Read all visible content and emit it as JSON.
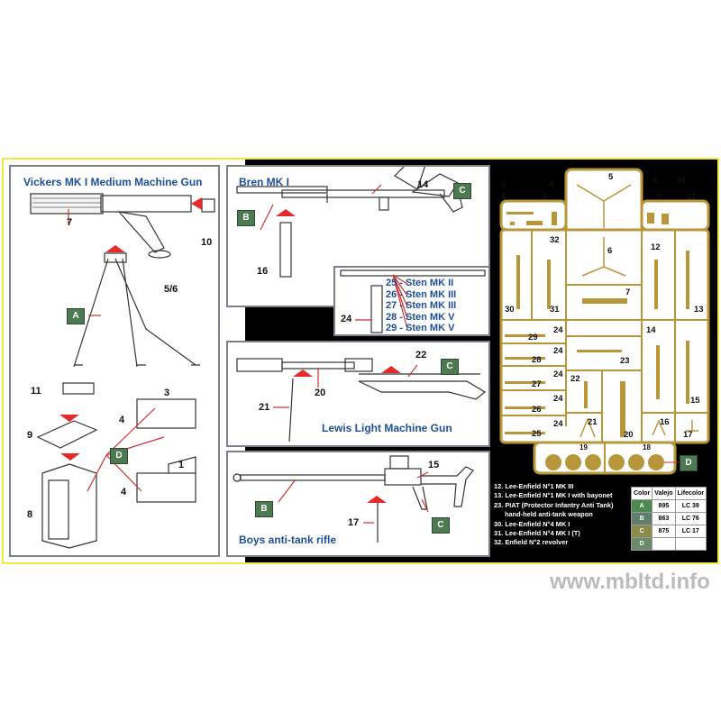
{
  "colors": {
    "frame": "#f2ea3a",
    "title": "#1f4f97",
    "badge": "#4e7a51",
    "sprue": "#b8963a",
    "arrow": "#e32b2b"
  },
  "vickers": {
    "title": "Vickers MK I Medium Machine Gun",
    "parts": [
      "7",
      "10",
      "5/6",
      "11",
      "3",
      "4",
      "9",
      "8",
      "4",
      "1"
    ],
    "badges": [
      "A",
      "D"
    ]
  },
  "bren": {
    "title": "Bren MK I",
    "parts": [
      "14",
      "16"
    ],
    "badges": [
      "B",
      "C"
    ]
  },
  "sten": {
    "part": "24",
    "variants": [
      "25 - Sten MK II",
      "26 - Sten MK III",
      "27 - Sten MK III",
      "28 - Sten MK V",
      "29 - Sten MK V"
    ]
  },
  "lewis": {
    "title": "Lewis Light Machine Gun",
    "parts": [
      "20",
      "21",
      "22"
    ],
    "badges": [
      "C"
    ]
  },
  "boys": {
    "title": "Boys anti-tank rifle",
    "parts": [
      "15",
      "17"
    ],
    "badges": [
      "B",
      "C"
    ]
  },
  "sprue": {
    "labels": [
      "2",
      "4",
      "1",
      "3",
      "5",
      "8",
      "10",
      "9",
      "11",
      "32",
      "6",
      "12",
      "30",
      "31",
      "7",
      "13",
      "29",
      "24",
      "14",
      "28",
      "24",
      "23",
      "27",
      "24",
      "22",
      "15",
      "26",
      "24",
      "25",
      "24",
      "21",
      "20",
      "16",
      "17",
      "19",
      "18"
    ],
    "badge": "D"
  },
  "legend": {
    "items": [
      "12. Lee-Enfield N°1 MK III",
      "13. Lee-Enfield N°1 MK I with bayonet",
      "23. PIAT (Protector Infantry Anti Tank)",
      "hand-held anti-tank weapon",
      "30. Lee-Enfield N°4 MK I",
      "31. Lee-Enfield N°4 MK I (T)",
      "32. Enfield N°2 revolver"
    ]
  },
  "color_table": {
    "headers": [
      "Color",
      "Valejo",
      "Lifecolor"
    ],
    "rows": [
      {
        "color": "A",
        "swatch": "#4e8a4f",
        "valejo": "895",
        "lifecolor": "LC 39"
      },
      {
        "color": "B",
        "swatch": "#5f7f6a",
        "valejo": "863",
        "lifecolor": "LC 76"
      },
      {
        "color": "C",
        "swatch": "#8c8a4a",
        "valejo": "875",
        "lifecolor": "LC 17"
      },
      {
        "color": "D",
        "swatch": "#6a8a6a",
        "valejo": "",
        "lifecolor": ""
      }
    ]
  },
  "watermark": "www.mbltd.info"
}
